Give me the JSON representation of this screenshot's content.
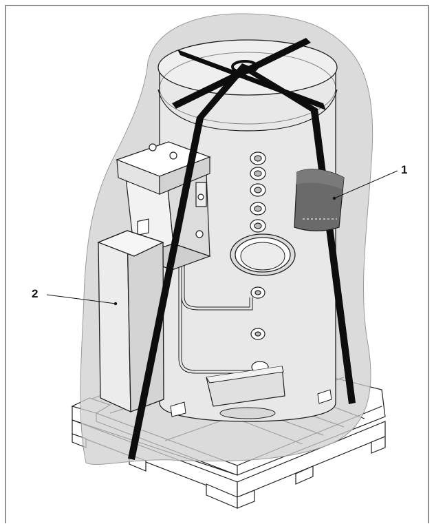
{
  "figure": {
    "callouts": [
      {
        "id": "1",
        "label": "1"
      },
      {
        "id": "2",
        "label": "2"
      }
    ],
    "colors": {
      "cover": "#d9d9d9",
      "tank": "#e6e6e6",
      "strap": "#0d0d0d",
      "pouch": "#6a6a6a",
      "pallet": "#ffffff",
      "outline": "#1e1e1e"
    }
  }
}
